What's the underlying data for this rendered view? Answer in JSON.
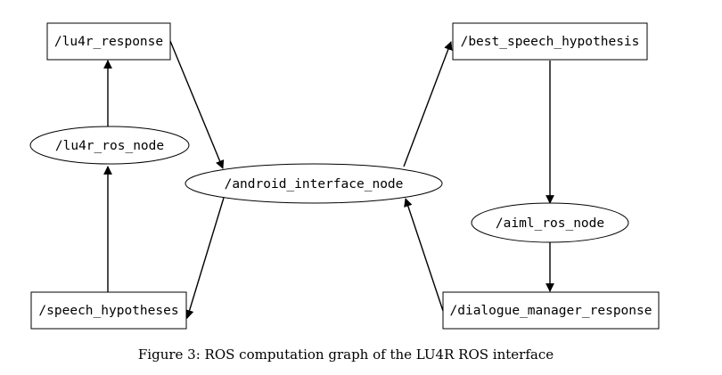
{
  "topics": {
    "lu4r_response": "/lu4r_response",
    "speech_hypotheses": "/speech_hypotheses",
    "best_speech_hypothesis": "/best_speech_hypothesis",
    "dialogue_manager_response": "/dialogue_manager_response"
  },
  "nodes": {
    "lu4r_ros_node": "/lu4r_ros_node",
    "android_interface_node": "/android_interface_node",
    "aiml_ros_node": "/aiml_ros_node"
  },
  "caption": "Figure 3: ROS computation graph of the LU4R ROS interface"
}
